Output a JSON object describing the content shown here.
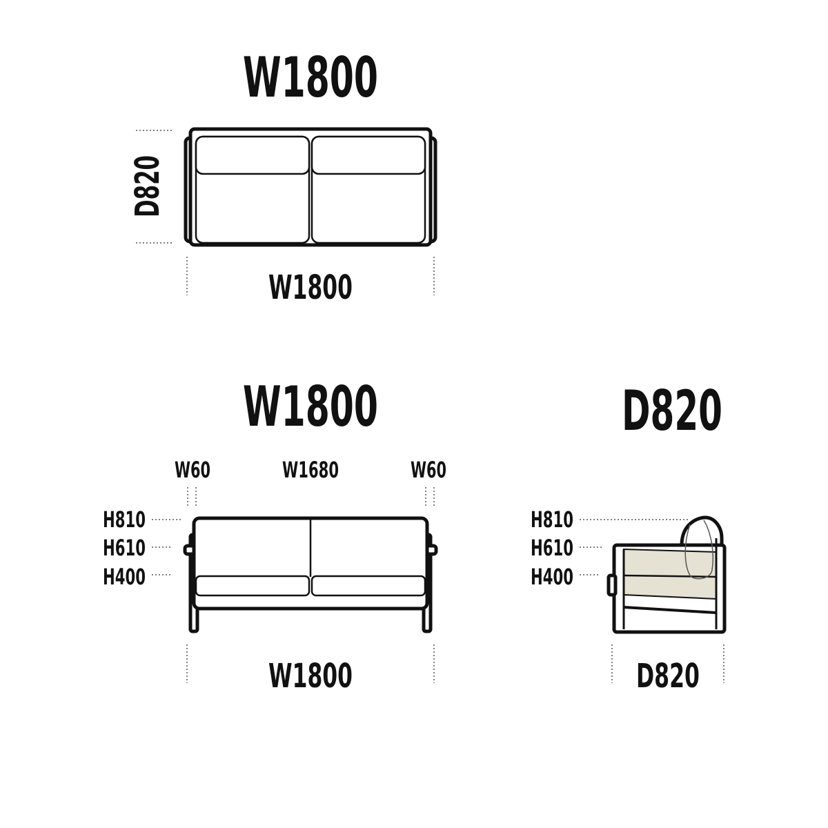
{
  "top_view": {
    "title": "W1800",
    "depth_label": "D820",
    "width_label": "W1800"
  },
  "front_view": {
    "title": "W1800",
    "left_arm_label": "W60",
    "seat_width_label": "W1680",
    "right_arm_label": "W60",
    "height_back_label": "H810",
    "height_arm_label": "H610",
    "height_seat_label": "H400",
    "width_label": "W1800"
  },
  "side_view": {
    "title": "D820",
    "height_back_label": "H810",
    "height_arm_label": "H610",
    "height_seat_label": "H400",
    "depth_label": "D820"
  },
  "colors": {
    "outline": "#111111",
    "side_panel_fill": "#e5e1d3"
  }
}
